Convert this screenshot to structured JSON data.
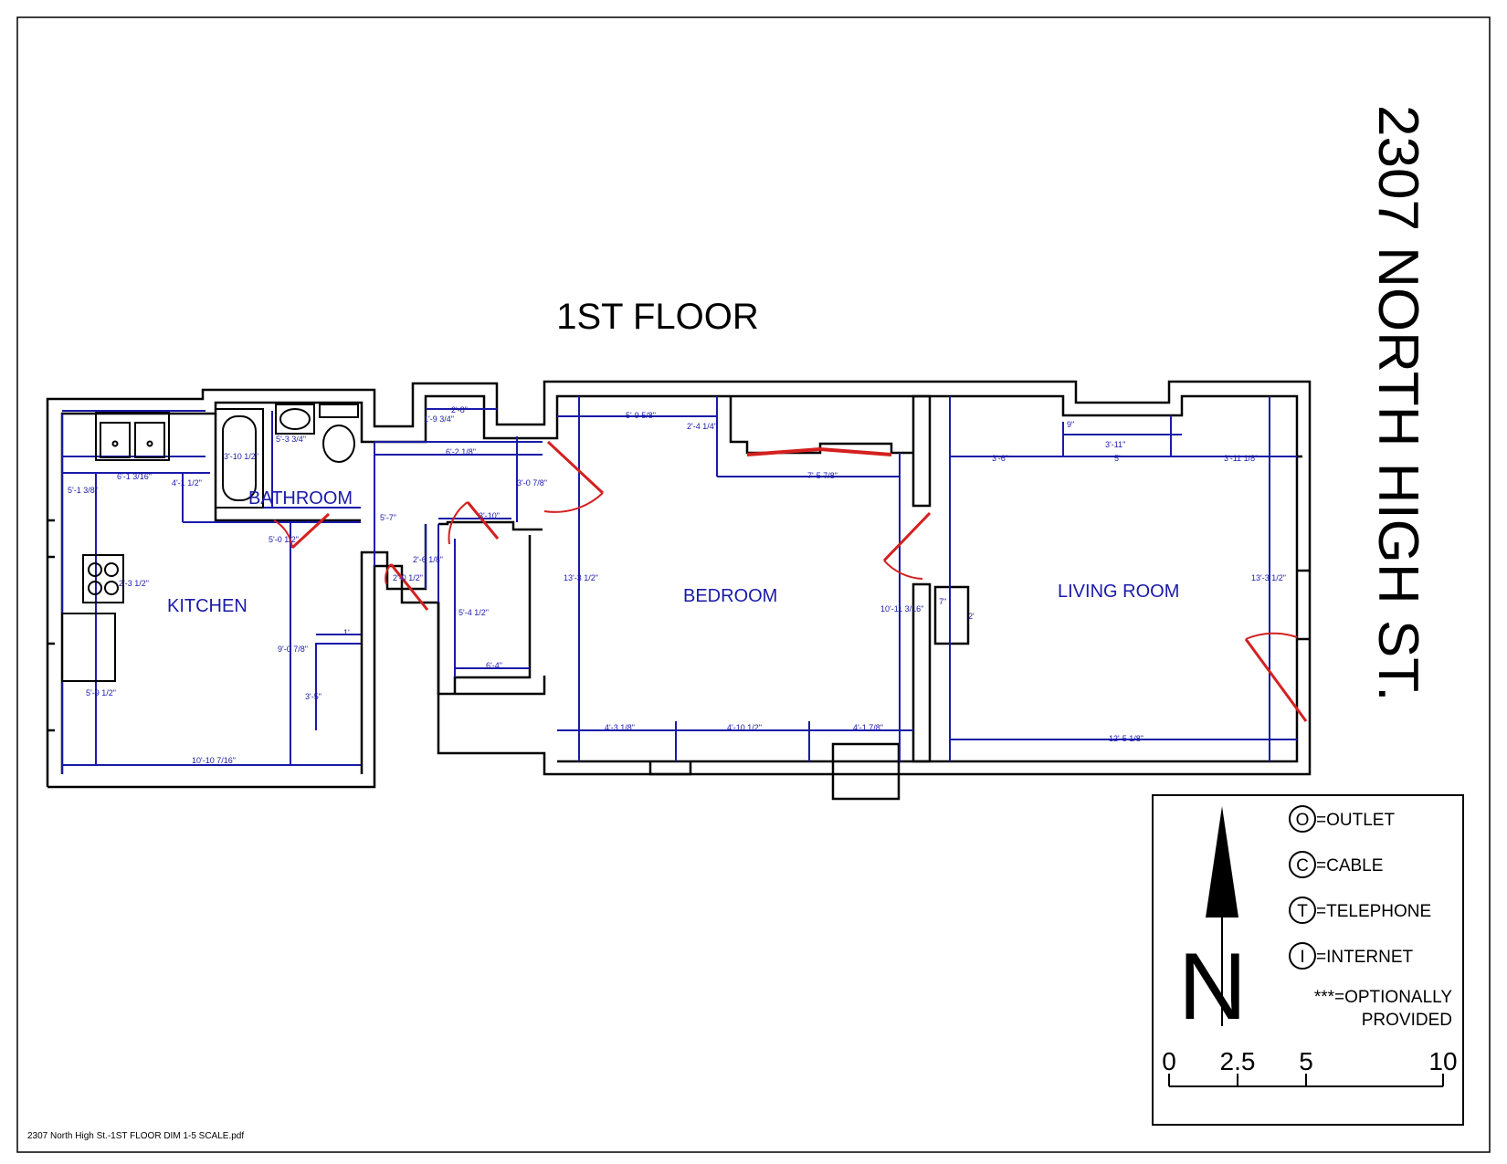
{
  "page": {
    "title": "1ST FLOOR",
    "address": "2307 NORTH HIGH ST.",
    "footer": "2307 North High St.-1ST FLOOR DIM 1-5 SCALE.pdf"
  },
  "rooms": {
    "kitchen": "KITCHEN",
    "bathroom": "BATHROOM",
    "bedroom": "BEDROOM",
    "living_room": "LIVING ROOM"
  },
  "dimensions": {
    "d1": "5'-1 3/8\"",
    "d2": "6'-1 3/16\"",
    "d3": "4'-1 1/2\"",
    "d4": "3'-10 1/2\"",
    "d5": "5'-3 3/4\"",
    "d6": "5'-0 1/2\"",
    "d7": "2'-3 1/2\"",
    "d8": "9'-0 7/8\"",
    "d9": "5'-9 1/2\"",
    "d10": "3'-5\"",
    "d11": "1'",
    "d12": "10'-10 7/16\"",
    "d13": "1'-9 3/4\"",
    "d14": "2'-8\"",
    "d15": "6'-2 1/8\"",
    "d16": "5'-7\"",
    "d17": "3'-0 7/8\"",
    "d18": "3'-10\"",
    "d19": "2'-6 1/8\"",
    "d20": "2'-0 1/2\"",
    "d21": "5'-4 1/2\"",
    "d22": "6'-4\"",
    "d23": "5'-9 5/8\"",
    "d24": "2'-4 1/4\"",
    "d25": "7'-5 7/8\"",
    "d26": "13'-3 1/2\"",
    "d27": "10'-11 3/16\"",
    "d28": "4'-3 1/8\"",
    "d29": "4'-10 1/2\"",
    "d30": "4'-1 7/8\"",
    "d31": "9\"",
    "d32": "3'-11\"",
    "d33": "3'-6\"",
    "d34": "5'",
    "d35": "3'-11 1/8\"",
    "d36": "7\"",
    "d37": "2'",
    "d38": "13'-3 1/2\"",
    "d39": "12'-5 1/8\""
  },
  "legend": {
    "outlet_symbol": "O",
    "outlet": "=OUTLET",
    "cable_symbol": "C",
    "cable": "=CABLE",
    "telephone_symbol": "T",
    "telephone": "=TELEPHONE",
    "internet_symbol": "I",
    "internet": "=INTERNET",
    "optional_line1": "***=OPTIONALLY",
    "optional_line2": "PROVIDED",
    "north": "N",
    "scale_0": "0",
    "scale_1": "2.5",
    "scale_2": "5",
    "scale_3": "10"
  },
  "colors": {
    "wall": "#000000",
    "dimension": "#1a1aa8",
    "door": "#d42020",
    "label": "#1a1aa8"
  }
}
